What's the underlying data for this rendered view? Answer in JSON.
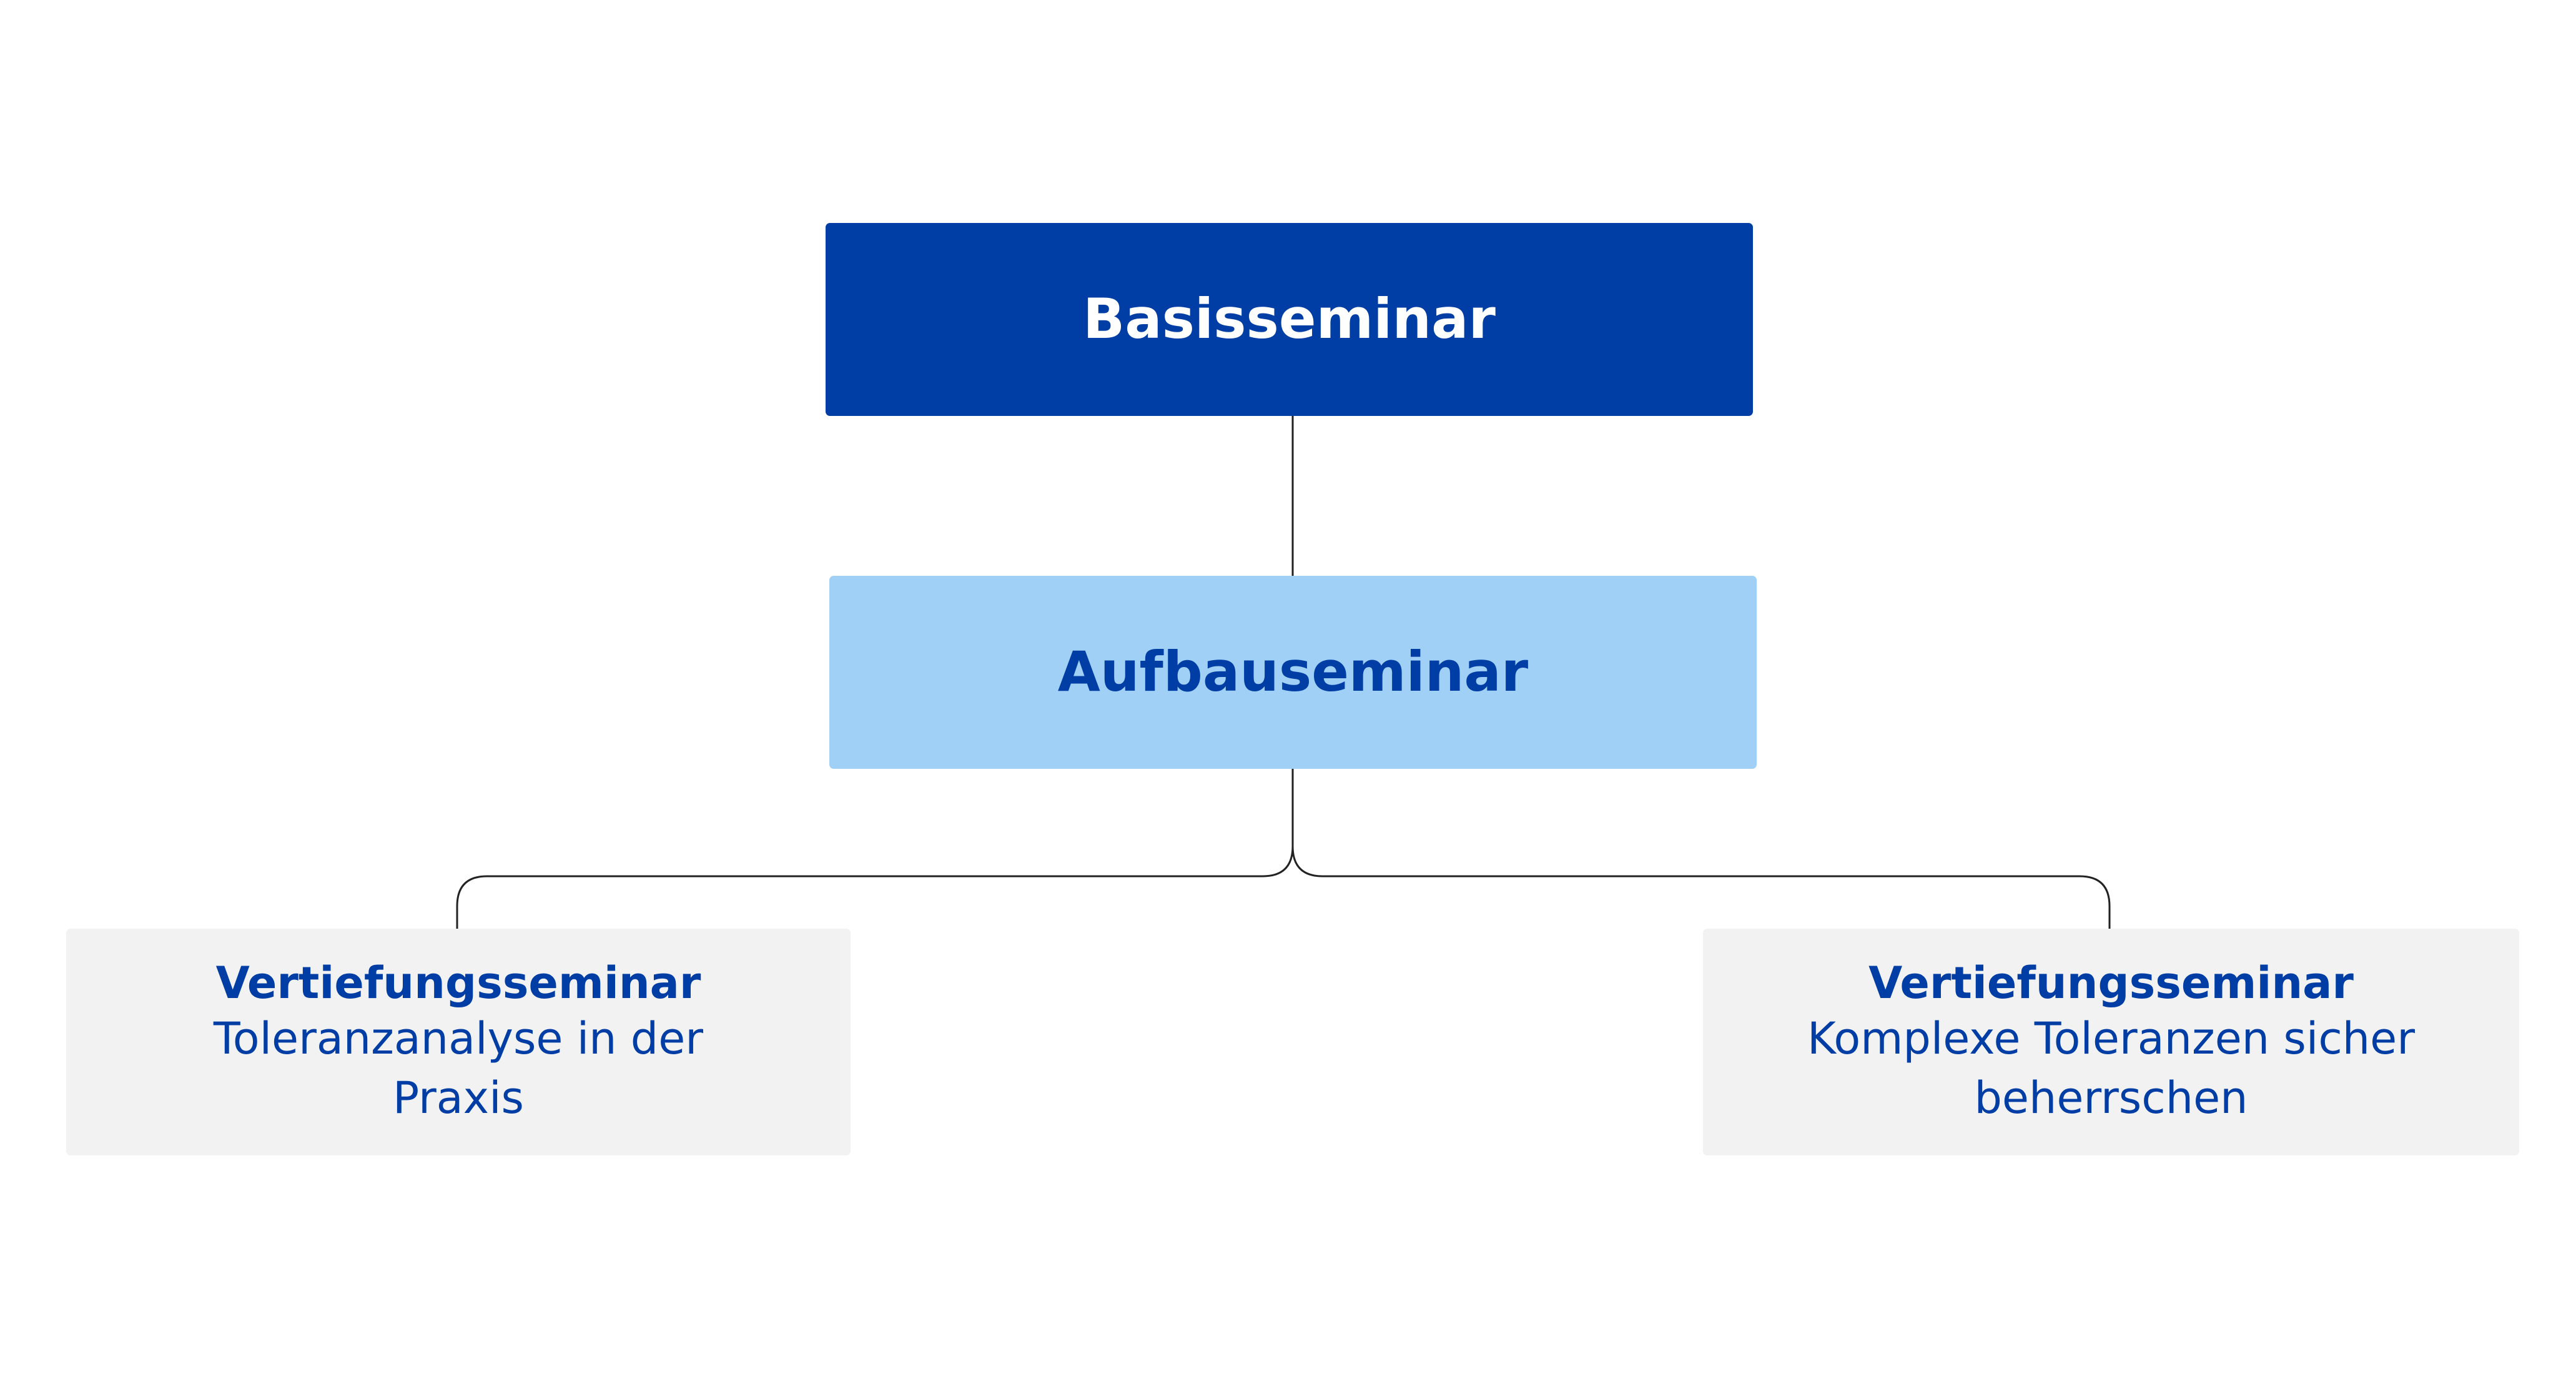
{
  "colors": {
    "primary_dark": "#003da5",
    "primary_light": "#a0d0f5",
    "neutral_box": "#f2f2f2",
    "connector": "#222222"
  },
  "diagram": {
    "basis": {
      "title": "Basisseminar"
    },
    "aufbau": {
      "title": "Aufbauseminar"
    },
    "vertiefung_left": {
      "title": "Vertiefungsseminar",
      "subtitle": "Toleranzanalyse in der Praxis"
    },
    "vertiefung_right": {
      "title": "Vertiefungsseminar",
      "subtitle": "Komplexe Toleranzen sicher beherrschen"
    }
  }
}
